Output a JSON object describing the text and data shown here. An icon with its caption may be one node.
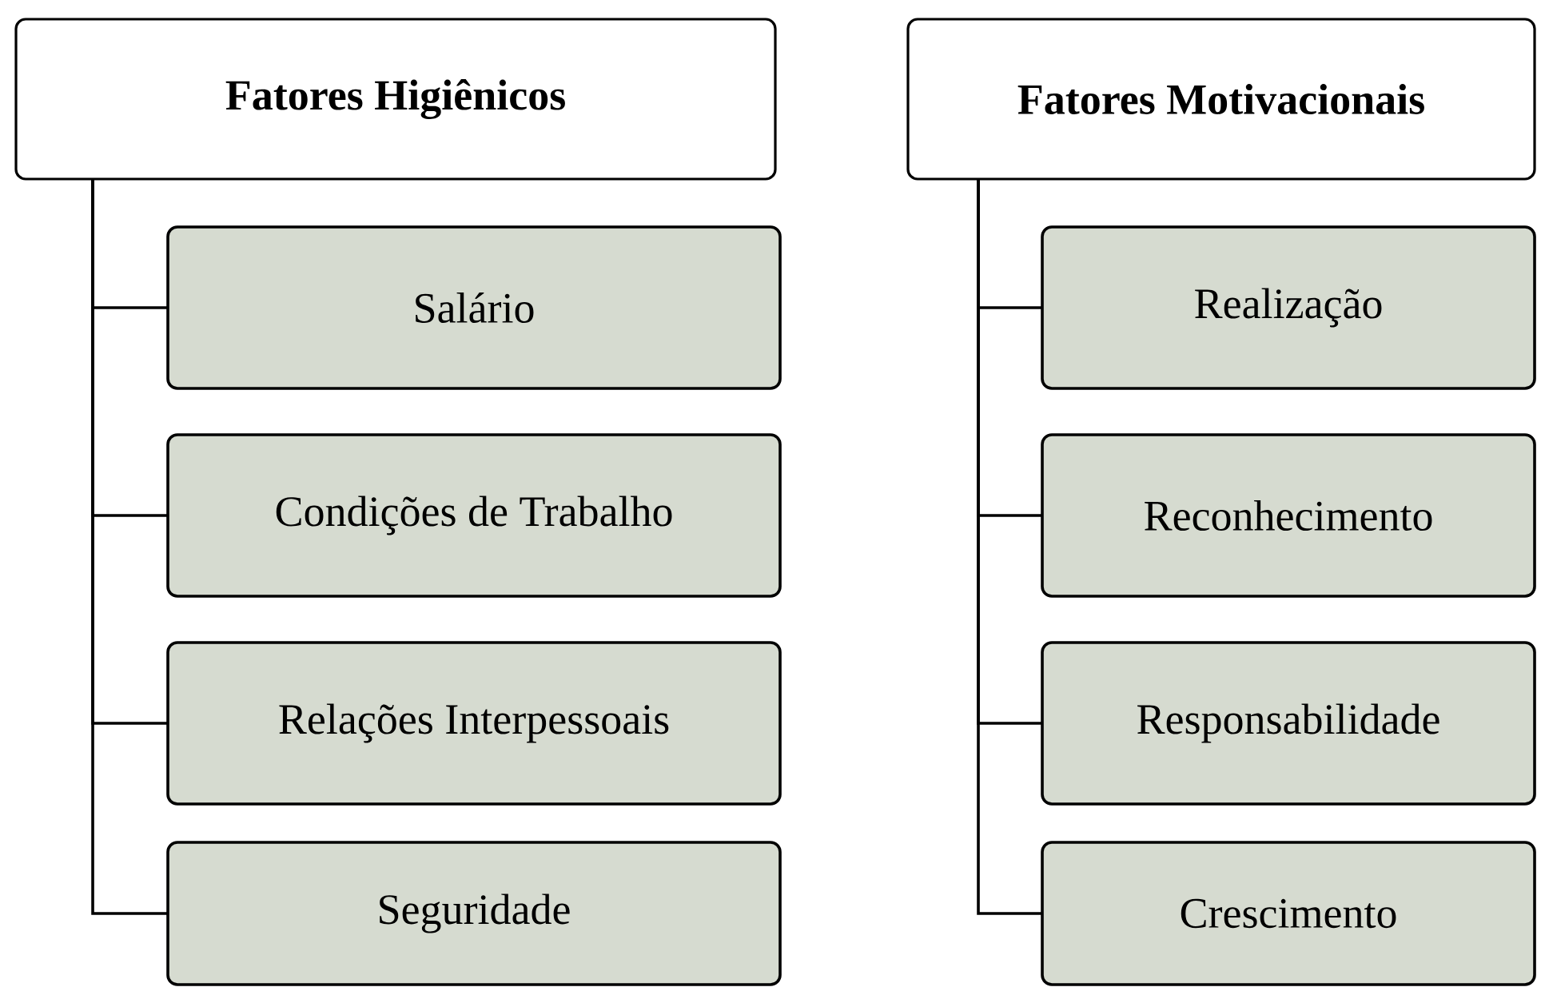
{
  "diagram": {
    "nodes": [
      {
        "text": [
          "Fatores Higiênicos"
        ]
      },
      {
        "text": [
          "Salário"
        ]
      },
      {
        "text": [
          "Condições de Trabalho"
        ]
      },
      {
        "text": [
          "Relações Interpessoais"
        ]
      },
      {
        "text": [
          "Seguridade"
        ]
      },
      {
        "text": [
          "Fatores Motivacionais"
        ]
      },
      {
        "text": [
          "Realização"
        ]
      },
      {
        "text": [
          "Reconhecimento"
        ]
      },
      {
        "text": [
          "Responsabilidade"
        ]
      },
      {
        "text": [
          "Crescimento"
        ]
      }
    ],
    "edges": [
      {
        "from": 0,
        "to": 1,
        "arrow": "none"
      },
      {
        "from": 0,
        "to": 2,
        "arrow": "none"
      },
      {
        "from": 0,
        "to": 3,
        "arrow": "none"
      },
      {
        "from": 0,
        "to": 4,
        "arrow": "none"
      },
      {
        "from": 5,
        "to": 6,
        "arrow": "none"
      },
      {
        "from": 5,
        "to": 7,
        "arrow": "none"
      },
      {
        "from": 5,
        "to": 8,
        "arrow": "none"
      },
      {
        "from": 5,
        "to": 9,
        "arrow": "none"
      }
    ]
  }
}
